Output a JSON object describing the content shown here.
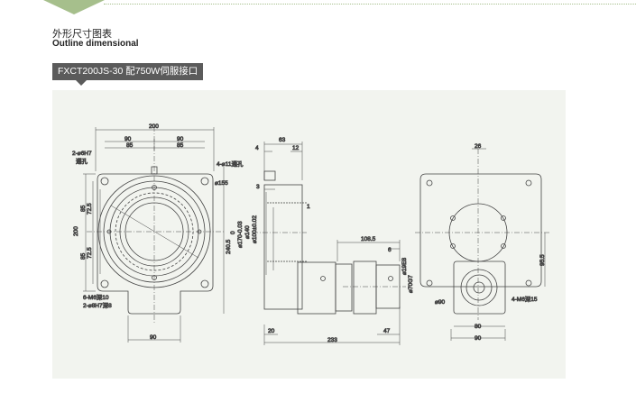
{
  "header": {
    "title_cn": "外形尺寸图表",
    "title_en": "Outline dimensional",
    "model_tag": "FXCT200JS-30 配750W伺服接口"
  },
  "drawing": {
    "front": {
      "d200_top": "200",
      "d90_l": "90",
      "d90_r": "90",
      "d85_l": "85",
      "d85_r": "85",
      "hole_note_1": "2-⌀6H7",
      "hole_note_1b": "通孔",
      "hole_note_2": "4-⌀11通孔",
      "dia155": "⌀155",
      "d200_left": "200",
      "d85_a": "85",
      "d72_a": "72.5",
      "d72_b": "72.5",
      "d85_b": "85",
      "d240": "240.5",
      "tap_note": "6-M6深10",
      "pin_note": "2-⌀8H7深8",
      "d90_bottom": "90"
    },
    "side": {
      "d63": "63",
      "d4": "4",
      "d12": "12",
      "d3": "3",
      "d1": "1",
      "d0": "0",
      "dia170": "⌀170-0.03",
      "dia140": "⌀140",
      "dia100": "⌀100±0.02",
      "d108": "108.5",
      "d6": "6",
      "dia19": "⌀19E8",
      "dia70": "⌀70G7",
      "d20": "20",
      "d47": "47",
      "d233": "233"
    },
    "rear": {
      "d26": "26",
      "d95": "95.5",
      "dia90": "⌀90",
      "tap_note": "4-M6深15",
      "d80": "80",
      "d90": "90"
    }
  }
}
